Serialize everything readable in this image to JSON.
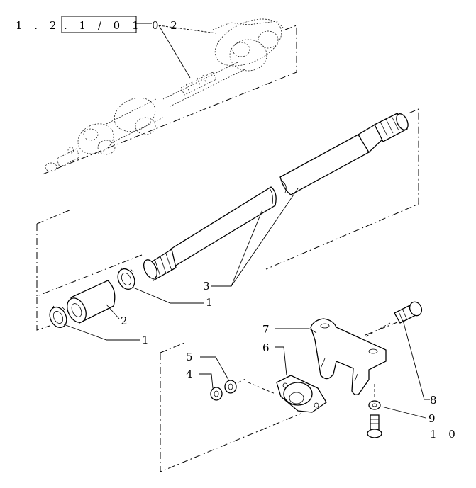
{
  "diagram": {
    "ref_prefix": "1 . 2",
    "ref_box_text": ". 1 / 0 1",
    "ref_suffix": "0 2",
    "callouts": [
      {
        "id": "3",
        "text": "3"
      },
      {
        "id": "1a",
        "text": "1"
      },
      {
        "id": "2",
        "text": "2"
      },
      {
        "id": "1b",
        "text": "1"
      },
      {
        "id": "7",
        "text": "7"
      },
      {
        "id": "6",
        "text": "6"
      },
      {
        "id": "5",
        "text": "5"
      },
      {
        "id": "4",
        "text": "4"
      },
      {
        "id": "8",
        "text": "8"
      },
      {
        "id": "9",
        "text": "9"
      },
      {
        "id": "10",
        "text": "1 0"
      }
    ]
  }
}
